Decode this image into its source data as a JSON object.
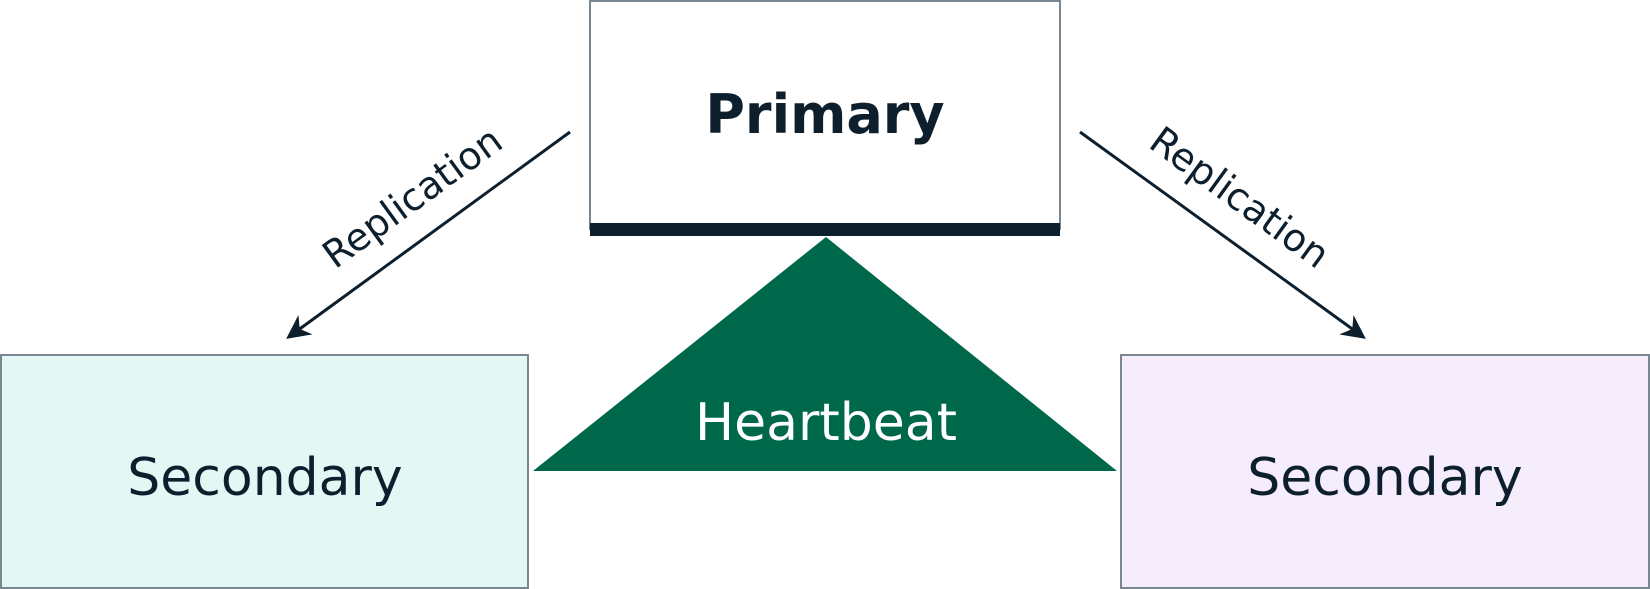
{
  "diagram": {
    "primary": {
      "label": "Primary"
    },
    "secondary_left": {
      "label": "Secondary",
      "fill": "#e3f8f5"
    },
    "secondary_right": {
      "label": "Secondary",
      "fill": "#f5ecfc"
    },
    "heartbeat": {
      "label": "Heartbeat",
      "fill": "#00684a"
    },
    "edges": [
      {
        "from": "Primary",
        "to": "Secondary (left)",
        "label": "Replication"
      },
      {
        "from": "Primary",
        "to": "Secondary (right)",
        "label": "Replication"
      }
    ],
    "colors": {
      "ink": "#0d1f2d",
      "border": "#7a8690"
    }
  }
}
